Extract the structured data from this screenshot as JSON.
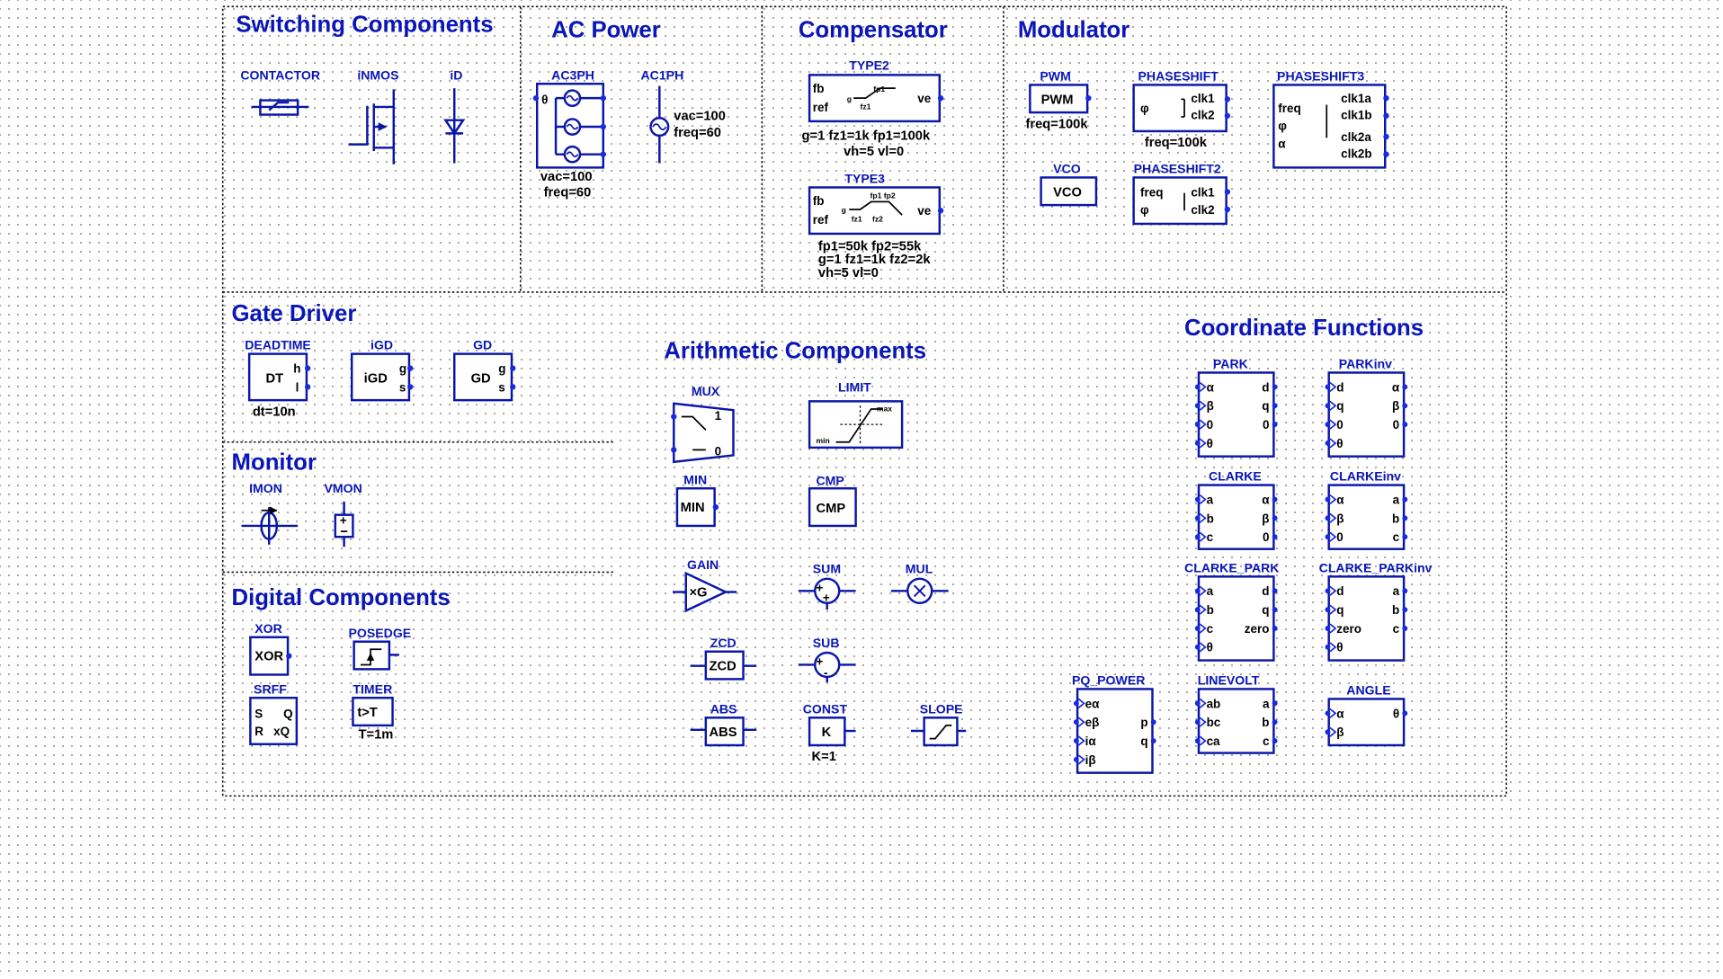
{
  "sections": {
    "switching": "Switching Components",
    "ac_power": "AC Power",
    "compensator": "Compensator",
    "modulator": "Modulator",
    "gate_driver": "Gate Driver",
    "monitor": "Monitor",
    "digital": "Digital Components",
    "arithmetic": "Arithmetic Components",
    "coordinate": "Coordinate Functions"
  },
  "switching": {
    "contactor": "CONTACTOR",
    "inmos": "iNMOS",
    "id": "iD"
  },
  "ac_power": {
    "ac3ph": {
      "name": "AC3PH",
      "port": "θ",
      "params": [
        "vac=100",
        "freq=60"
      ]
    },
    "ac1ph": {
      "name": "AC1PH",
      "params": [
        "vac=100",
        "freq=60"
      ]
    }
  },
  "compensator": {
    "type2": {
      "name": "TYPE2",
      "ports_in": [
        "fb",
        "ref"
      ],
      "port_out": "ve",
      "graph": [
        "g",
        "fz1",
        "fp1"
      ],
      "params": [
        "g=1 fz1=1k fp1=100k",
        "vh=5 vl=0"
      ]
    },
    "type3": {
      "name": "TYPE3",
      "ports_in": [
        "fb",
        "ref"
      ],
      "port_out": "ve",
      "graph": [
        "g",
        "fz1",
        "fz2",
        "fp1 fp2"
      ],
      "params": [
        "fp1=50k fp2=55k",
        "g=1 fz1=1k fz2=2k",
        "vh=5 vl=0"
      ]
    }
  },
  "modulator": {
    "pwm": {
      "name": "PWM",
      "body": "PWM",
      "param": "freq=100k"
    },
    "vco": {
      "name": "VCO",
      "body": "VCO"
    },
    "phaseshift": {
      "name": "PHASESHIFT",
      "ports_in": [
        "φ"
      ],
      "ports_out": [
        "clk1",
        "clk2"
      ],
      "param": "freq=100k"
    },
    "phaseshift2": {
      "name": "PHASESHIFT2",
      "ports_in": [
        "freq",
        "φ"
      ],
      "ports_out": [
        "clk1",
        "clk2"
      ]
    },
    "phaseshift3": {
      "name": "PHASESHIFT3",
      "ports_in": [
        "freq",
        "φ",
        "α"
      ],
      "ports_out": [
        "clk1a",
        "clk1b",
        "clk2a",
        "clk2b"
      ]
    }
  },
  "gate_driver": {
    "deadtime": {
      "name": "DEADTIME",
      "body": "DT",
      "ports_out": [
        "h",
        "l"
      ],
      "param": "dt=10n"
    },
    "igd": {
      "name": "iGD",
      "body": "iGD",
      "ports_out": [
        "g",
        "s"
      ]
    },
    "gd": {
      "name": "GD",
      "body": "GD",
      "ports_out": [
        "g",
        "s"
      ]
    }
  },
  "monitor": {
    "imon": "IMON",
    "vmon": "VMON"
  },
  "digital": {
    "xor": {
      "name": "XOR",
      "body": "XOR"
    },
    "posedge": {
      "name": "POSEDGE"
    },
    "srff": {
      "name": "SRFF",
      "ports_in": [
        "S",
        "R"
      ],
      "ports_out": [
        "Q",
        "xQ"
      ]
    },
    "timer": {
      "name": "TIMER",
      "body": "t>T",
      "param": "T=1m"
    }
  },
  "arithmetic": {
    "mux": {
      "name": "MUX",
      "ports": [
        "1",
        "0"
      ]
    },
    "limit": {
      "name": "LIMIT",
      "max": "max",
      "min": "min"
    },
    "min": {
      "name": "MIN",
      "body": "MIN"
    },
    "cmp": {
      "name": "CMP",
      "body": "CMP"
    },
    "gain": {
      "name": "GAIN",
      "body": "×G"
    },
    "sum": {
      "name": "SUM"
    },
    "mul": {
      "name": "MUL"
    },
    "zcd": {
      "name": "ZCD",
      "body": "ZCD"
    },
    "sub": {
      "name": "SUB"
    },
    "abs": {
      "name": "ABS",
      "body": "ABS"
    },
    "const": {
      "name": "CONST",
      "body": "K",
      "param": "K=1"
    },
    "slope": {
      "name": "SLOPE"
    }
  },
  "coordinate": {
    "park": {
      "name": "PARK",
      "in": [
        "α",
        "β",
        "0",
        "θ"
      ],
      "out": [
        "d",
        "q",
        "0"
      ]
    },
    "parkinv": {
      "name": "PARKinv",
      "in": [
        "d",
        "q",
        "0",
        "θ"
      ],
      "out": [
        "α",
        "β",
        "0"
      ]
    },
    "clarke": {
      "name": "CLARKE",
      "in": [
        "a",
        "b",
        "c"
      ],
      "out": [
        "α",
        "β",
        "0"
      ]
    },
    "clarkeinv": {
      "name": "CLARKEinv",
      "in": [
        "α",
        "β",
        "0"
      ],
      "out": [
        "a",
        "b",
        "c"
      ]
    },
    "clarke_park": {
      "name": "CLARKE_PARK",
      "in": [
        "a",
        "b",
        "c",
        "θ"
      ],
      "out": [
        "d",
        "q",
        "zero"
      ]
    },
    "clarke_parkinv": {
      "name": "CLARKE_PARKinv",
      "in": [
        "d",
        "q",
        "zero",
        "θ"
      ],
      "out": [
        "a",
        "b",
        "c"
      ]
    },
    "pq_power": {
      "name": "PQ_POWER",
      "in": [
        "eα",
        "eβ",
        "iα",
        "iβ"
      ],
      "out": [
        "p",
        "q"
      ]
    },
    "linevolt": {
      "name": "LINEVOLT",
      "in": [
        "ab",
        "bc",
        "ca"
      ],
      "out": [
        "a",
        "b",
        "c"
      ]
    },
    "angle": {
      "name": "ANGLE",
      "in": [
        "α",
        "β"
      ],
      "out": [
        "θ"
      ]
    }
  },
  "colors": {
    "section_title": "#0a16b8",
    "wire": "#0a16a8",
    "pin": "#1a2ae0",
    "divider": "#111111"
  }
}
